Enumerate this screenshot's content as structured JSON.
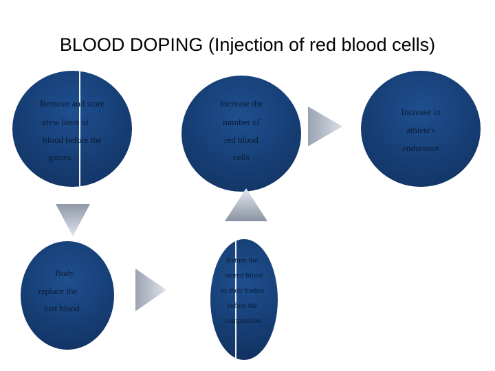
{
  "title": "BLOOD DOPING (Injection of red blood cells)",
  "nodes": {
    "remove": {
      "lines": [
        "Remove and store",
        "afew liters of",
        "blood before the",
        "games"
      ]
    },
    "increase_cells": {
      "lines": [
        "Increase the",
        "number of",
        "red blood",
        "cells"
      ]
    },
    "endurance": {
      "lines": [
        "Increase in",
        "athlete's",
        "endurance"
      ]
    },
    "body": {
      "lines": [
        "Body",
        "replace the",
        "lost blood"
      ]
    },
    "return": {
      "lines": [
        "Return the",
        "stored blood",
        "to their bodies",
        "before the",
        "competition"
      ]
    }
  },
  "colors": {
    "circle_fill": "#163e74",
    "circle_text": "#0a1a33",
    "arrow_light": "#e6e9ef",
    "arrow_dark": "#8a93a3",
    "title_text": "#000000"
  },
  "icons": {
    "flow_arrows": "triangle"
  }
}
